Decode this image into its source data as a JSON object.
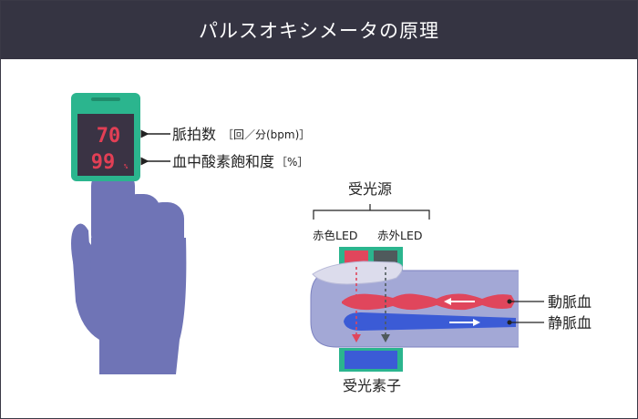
{
  "title": "パルスオキシメータの原理",
  "device": {
    "pulse_value": "70",
    "spo2_value": "99",
    "spo2_unit": "%"
  },
  "labels": {
    "pulse_main": "脈拍数",
    "pulse_unit": "［回／分(bpm)］",
    "spo2_main": "血中酸素飽和度",
    "spo2_unit": "［%］",
    "light_source": "受光源",
    "red_led": "赤色LED",
    "ir_led": "赤外LED",
    "artery": "動脈血",
    "vein": "静脈血",
    "receiver": "受光素子"
  },
  "colors": {
    "header_bg": "#353442",
    "device_frame": "#2bb58e",
    "screen_bg": "#3a3344",
    "digit_red": "#e23f55",
    "hand": "#6f74b6",
    "finger": "#a3a8d6",
    "artery": "#e0465c",
    "vein": "#3b5bd6",
    "led_red": "#e0465c",
    "led_ir": "#4f5a5c",
    "receiver": "#3b5bd6"
  }
}
